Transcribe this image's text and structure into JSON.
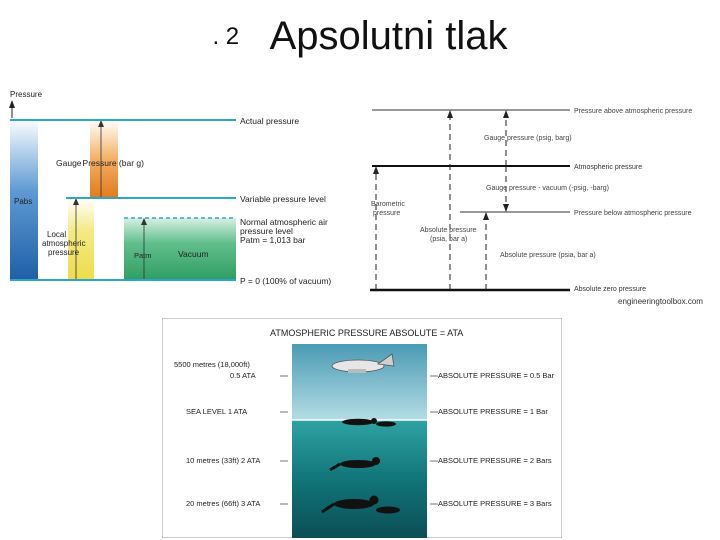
{
  "slide": {
    "number": ". 2",
    "title": "Apsolutni tlak"
  },
  "left_diagram": {
    "axis_label": "Pressure",
    "p_abs": "Pabs",
    "gauge": "Gauge",
    "gauge_pressure": "Pressure (bar g)",
    "local": [
      "Local",
      "atmospheric",
      "pressure"
    ],
    "patm": "Patm",
    "vacuum": "Vacuum",
    "levels": {
      "actual": "Actual pressure",
      "variable": "Variable pressure level",
      "normal": [
        "Normal atmospheric air",
        "pressure level",
        "Patm = 1,013 bar"
      ],
      "zero": "P = 0 (100% of vacuum)"
    },
    "colors": {
      "blue": "#2a6fb4",
      "orange": "#e8892a",
      "yellow": "#f1e36a",
      "green": "#3fae74",
      "line": "#2aa8c6"
    }
  },
  "right_diagram": {
    "labels": {
      "above": "Pressure above atmospheric pressure",
      "gauge_psig": "Gauge pressure (psig, barg)",
      "atmospheric": "Atmospheric pressure",
      "gauge_vac": "Gauge pressure - vacuum (-psig, -barg)",
      "below": "Pressure below atmospheric pressure",
      "barometric": [
        "Barometric",
        "pressure"
      ],
      "absolute_a": [
        "Absolute pressure",
        "(psia, bar a)"
      ],
      "absolute_b": "Absolute pressure (psia, bar a)",
      "zero": "Absolute zero pressure"
    },
    "source": "engineeringtoolbox.com"
  },
  "ata_diagram": {
    "title": "ATMOSPHERIC PRESSURE ABSOLUTE = ATA",
    "rows": [
      {
        "left1": "5500 metres (18,000ft)",
        "left2": "0.5 ATA",
        "right": "ABSOLUTE PRESSURE = 0.5 Bar"
      },
      {
        "left1": "SEA LEVEL    1 ATA",
        "left2": "",
        "right": "ABSOLUTE PRESSURE = 1 Bar"
      },
      {
        "left1": "10 metres (33ft)   2 ATA",
        "left2": "",
        "right": "ABSOLUTE PRESSURE = 2 Bars"
      },
      {
        "left1": "20 metres (66ft)   3 ATA",
        "left2": "",
        "right": "ABSOLUTE PRESSURE = 3 Bars"
      }
    ]
  }
}
